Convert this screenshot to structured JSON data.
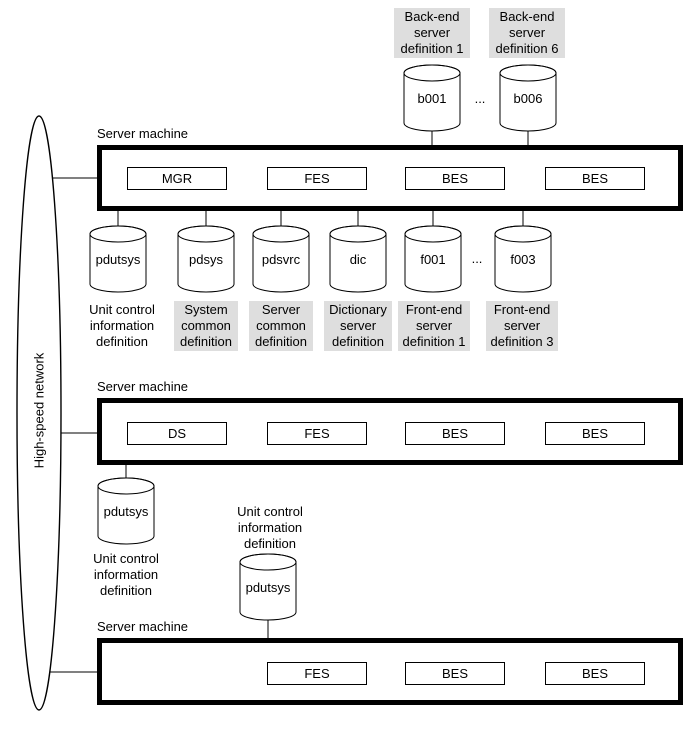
{
  "network": {
    "label": "High-speed network"
  },
  "ellipsis": "...",
  "machines": [
    {
      "title": "Server machine",
      "units": [
        "MGR",
        "FES",
        "BES",
        "BES"
      ]
    },
    {
      "title": "Server machine",
      "units": [
        "DS",
        "FES",
        "BES",
        "BES"
      ]
    },
    {
      "title": "Server machine",
      "units": [
        "FES",
        "BES",
        "BES"
      ]
    }
  ],
  "cylinders": {
    "b001": "b001",
    "b006": "b006",
    "pdutsys_m1": "pdutsys",
    "pdsys": "pdsys",
    "pdsvrc": "pdsvrc",
    "dic": "dic",
    "f001": "f001",
    "f003": "f003",
    "pdutsys_m2": "pdutsys",
    "pdutsys_m3": "pdutsys"
  },
  "definitions": {
    "backend1": "Back-end\nserver\ndefinition 1",
    "backend6": "Back-end\nserver\ndefinition 6",
    "unit_control_m1": "Unit control\ninformation\ndefinition",
    "system_common": "System\ncommon\ndefinition",
    "server_common": "Server\ncommon\ndefinition",
    "dictionary": "Dictionary\nserver\ndefinition",
    "frontend1": "Front-end\nserver\ndefinition 1",
    "frontend3": "Front-end\nserver\ndefinition 3",
    "unit_control_m2": "Unit control\ninformation\ndefinition",
    "unit_control_m3": "Unit control\ninformation\ndefinition"
  },
  "colors": {
    "shaded_bg": "#dedede"
  }
}
